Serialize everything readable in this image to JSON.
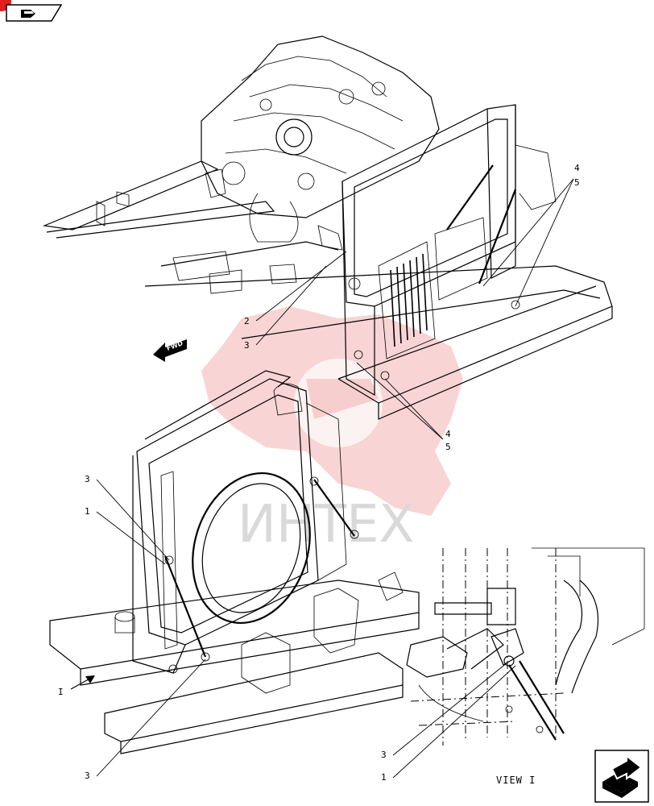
{
  "watermark": {
    "text": "ИНТЕХ"
  },
  "fwd_arrow": {
    "label": "FWD"
  },
  "view_label": "VIEW I",
  "view_marker": "I",
  "callouts": {
    "upper_2": "2",
    "upper_3": "3",
    "upper_right_4": "4",
    "upper_right_5": "5",
    "mid_4": "4",
    "mid_5": "5",
    "lower_3_top": "3",
    "lower_1": "1",
    "lower_3_bottom": "3",
    "view_3": "3",
    "view_1": "1"
  },
  "colors": {
    "accent": "#e31c1c",
    "watermark": "#f2b0b0",
    "line": "#000000"
  },
  "icons": {
    "nav_tab": "book-arrow-icon",
    "corner_nav": "next-page-icon"
  }
}
